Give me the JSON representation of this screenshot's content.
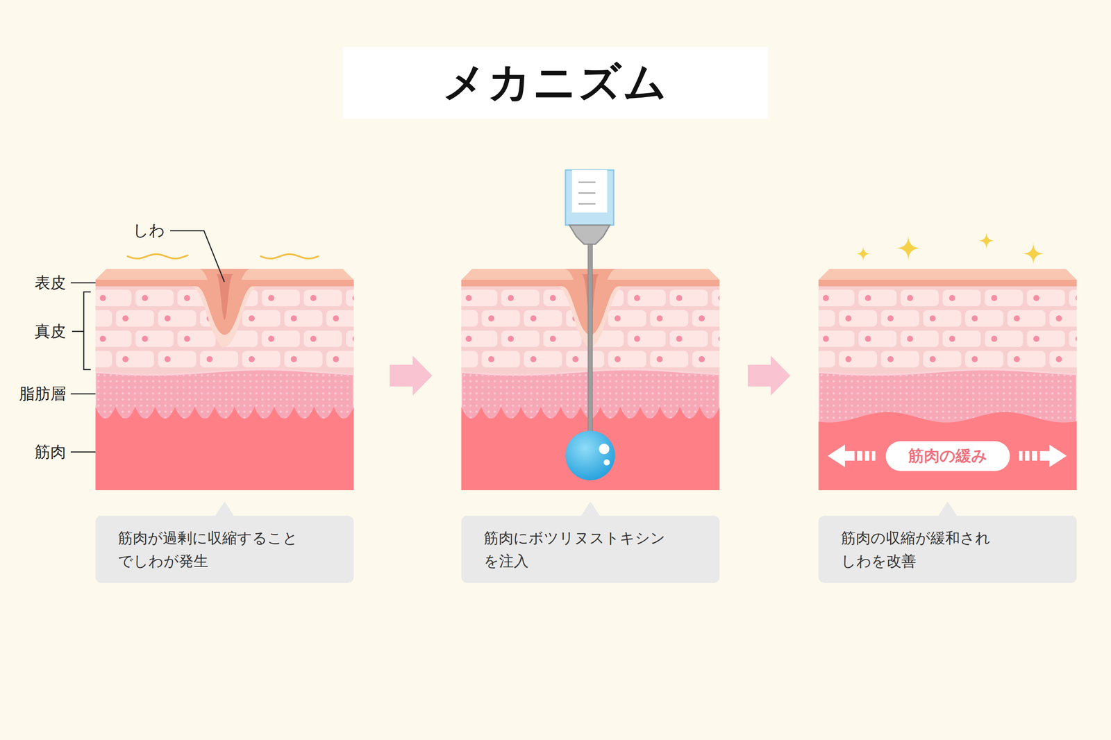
{
  "diagram": {
    "title": "メカニズム",
    "nodes": [
      {
        "text": [
          "筋肉の緩み"
        ]
      },
      {
        "text": [
          "筋肉が過剰に収縮すること でしわが発生"
        ]
      },
      {
        "text": [
          "筋肉にボツリヌストキシン を注入"
        ]
      },
      {
        "text": [
          "筋肉の収縮が緩和され しわを改善"
        ]
      }
    ],
    "labels": [
      "しわ",
      "表皮",
      "真皮",
      "脂肪層",
      "筋肉"
    ]
  }
}
